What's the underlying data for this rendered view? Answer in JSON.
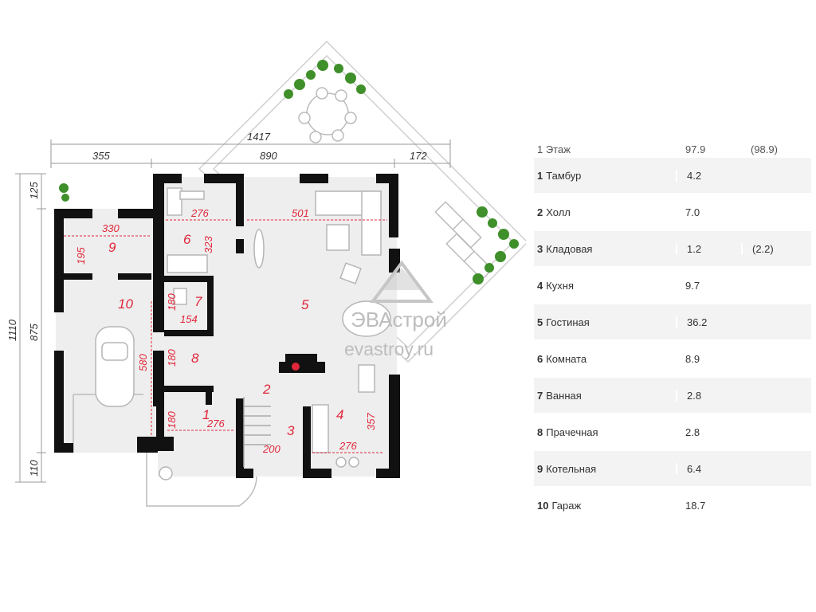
{
  "plan": {
    "dimensions": {
      "total_width": "1417",
      "seg_left": "355",
      "seg_mid": "890",
      "seg_right": "172",
      "total_height": "1110",
      "h_top": "125",
      "h_mid": "875",
      "h_bottom": "110"
    },
    "room_dims": {
      "r9_w": "330",
      "r9_h": "195",
      "r6_w": "276",
      "r6_h": "323",
      "r5_w": "501",
      "r7_h": "180",
      "r7_w": "154",
      "r8_h": "180",
      "r10_h": "580",
      "r1_h": "180",
      "r1_w": "276",
      "r3_w": "200",
      "r4_w": "276",
      "r4_h": "357"
    },
    "room_numbers": [
      "1",
      "2",
      "3",
      "4",
      "5",
      "6",
      "7",
      "8",
      "9",
      "10"
    ],
    "watermark": {
      "brand": "ЭВАстрой",
      "url": "evastroy.ru"
    }
  },
  "table": {
    "header": {
      "label": "1 Этаж",
      "area": "97.9",
      "area_alt": "(98.9)"
    },
    "rows": [
      {
        "num": "1",
        "name": "Тамбур",
        "area": "4.2",
        "alt": ""
      },
      {
        "num": "2",
        "name": "Холл",
        "area": "7.0",
        "alt": ""
      },
      {
        "num": "3",
        "name": "Кладовая",
        "area": "1.2",
        "alt": "(2.2)"
      },
      {
        "num": "4",
        "name": "Кухня",
        "area": "9.7",
        "alt": ""
      },
      {
        "num": "5",
        "name": "Гостиная",
        "area": "36.2",
        "alt": ""
      },
      {
        "num": "6",
        "name": "Комната",
        "area": "8.9",
        "alt": ""
      },
      {
        "num": "7",
        "name": "Ванная",
        "area": "2.8",
        "alt": ""
      },
      {
        "num": "8",
        "name": "Прачечная",
        "area": "2.8",
        "alt": ""
      },
      {
        "num": "9",
        "name": "Котельная",
        "area": "6.4",
        "alt": ""
      },
      {
        "num": "10",
        "name": "Гараж",
        "area": "18.7",
        "alt": ""
      }
    ]
  },
  "colors": {
    "wall": "#111111",
    "floor": "#eeeeee",
    "accent": "#e0273a",
    "dim_line": "#9a9a9a"
  }
}
